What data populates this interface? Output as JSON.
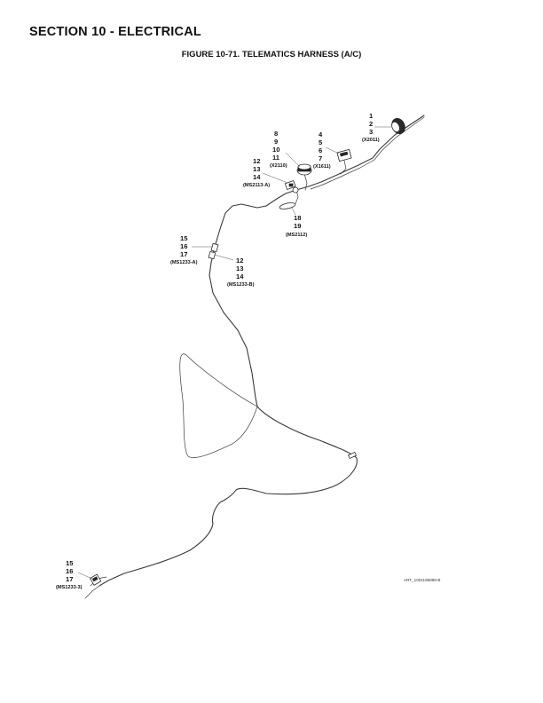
{
  "header": {
    "section_title": "SECTION 10 - ELECTRICAL",
    "figure_title": "FIGURE 10-71. TELEMATICS HARNESS (A/C)"
  },
  "callouts": {
    "x2011": {
      "lines": [
        "1",
        "2",
        "3"
      ],
      "ref": "(X2011)"
    },
    "x1611": {
      "lines": [
        "4",
        "5",
        "6",
        "7"
      ],
      "ref": "(X1611)"
    },
    "x2110": {
      "lines": [
        "8",
        "9",
        "10",
        "11"
      ],
      "ref": "(X2110)"
    },
    "ms2113a": {
      "lines": [
        "12",
        "13",
        "14"
      ],
      "ref": "(MS2113-A)"
    },
    "ms2112": {
      "lines": [
        "18",
        "19"
      ],
      "ref": "(MS2112)"
    },
    "ms1233a": {
      "lines": [
        "15",
        "16",
        "17"
      ],
      "ref": "(MS1233-A)"
    },
    "ms1233b": {
      "lines": [
        "12",
        "13",
        "14"
      ],
      "ref": "(MS1233-B)"
    },
    "ms12333": {
      "lines": [
        "15",
        "16",
        "17"
      ],
      "ref": "(MS1233-3)"
    }
  },
  "art_ref": "ART_1001196898-B"
}
